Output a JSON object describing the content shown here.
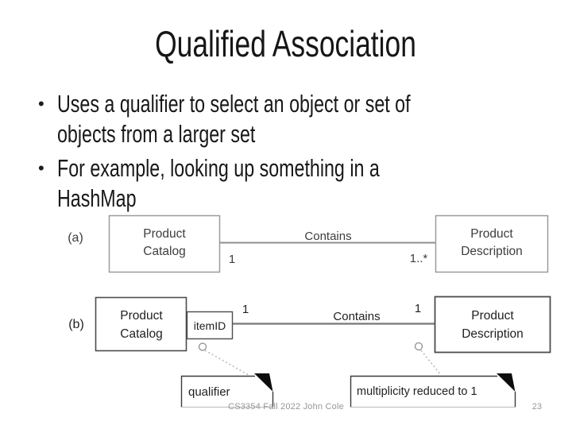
{
  "title": "Qualified Association",
  "bullet_marker": "•",
  "bullets": [
    {
      "line1": "Uses a qualifier to select an object or set of",
      "line2": "objects from a larger set"
    },
    {
      "line1": "For example, looking up something in a",
      "line2": "HashMap"
    }
  ],
  "diagram": {
    "part_a": {
      "label": "(a)",
      "left_class": {
        "line1": "Product",
        "line2": "Catalog"
      },
      "association": "Contains",
      "mult_left": "1",
      "mult_right": "1..*",
      "right_class": {
        "line1": "Product",
        "line2": "Description"
      }
    },
    "part_b": {
      "label": "(b)",
      "left_class": {
        "line1": "Product",
        "line2": "Catalog"
      },
      "qualifier_box": "itemID",
      "mult_left": "1",
      "association": "Contains",
      "mult_right": "1",
      "right_class": {
        "line1": "Product",
        "line2": "Description"
      },
      "notes": {
        "qualifier": "qualifier",
        "multiplicity": "multiplicity reduced to 1"
      }
    }
  },
  "footer": {
    "course": "CS3354 Fall 2022 John Cole",
    "page": "23"
  },
  "colors": {
    "text": "#1c1c1c",
    "diagram_a_stroke": "#9b9b9b",
    "diagram_b_stroke": "#4c4c4c",
    "note_fold": "#0d0d0d",
    "connector_dashed": "#b5b5b5",
    "footer_text": "#97979d"
  }
}
